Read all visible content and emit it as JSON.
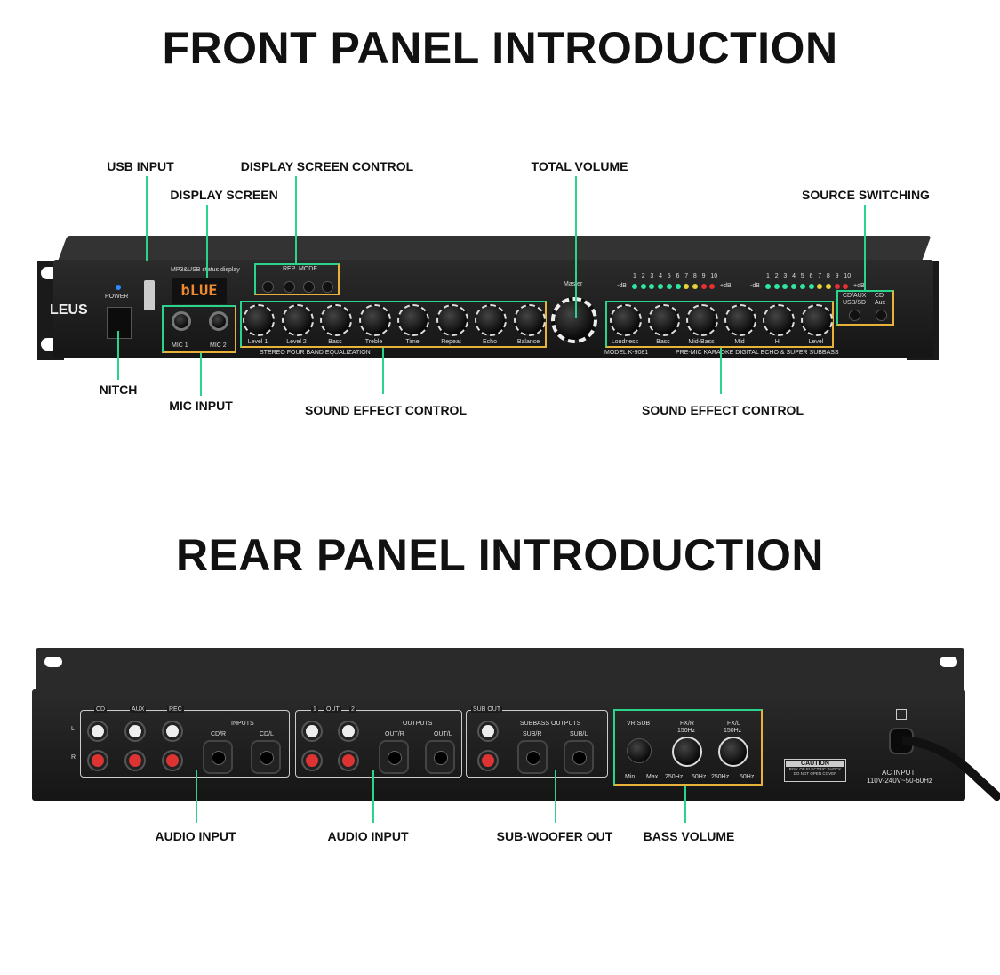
{
  "front": {
    "title": "FRONT PANEL INTRODUCTION",
    "callouts": {
      "usb_input": "USB INPUT",
      "display_screen_control": "DISPLAY SCREEN CONTROL",
      "display_screen": "DISPLAY SCREEN",
      "total_volume": "TOTAL VOLUME",
      "source_switching": "SOURCE SWITCHING",
      "nitch": "NITCH",
      "mic_input": "MIC INPUT",
      "sound_effect_left": "SOUND EFFECT CONTROL",
      "sound_effect_right": "SOUND EFFECT CONTROL"
    },
    "panel": {
      "brand": "LEUS",
      "power": "POWER",
      "usb_status": "MP3&USB status display",
      "display_text": "bLUE",
      "rep": "REP",
      "mode": "MODE",
      "mic1": "MIC 1",
      "mic2": "MIC 2",
      "master": "Master",
      "eq_caption": "STEREO FOUR BAND EQUALIZATION",
      "model": "MODEL K-9081",
      "caption_right": "PRE-MIC KARAOKE DIGITAL ECHO & SUPER SUBBASS",
      "db_minus": "-dB",
      "db_plus": "+dB",
      "src1": "CD/AUX",
      "src2": "USB/SD",
      "src3": "CD",
      "src4": "Aux",
      "left_knobs": [
        "Level 1",
        "Level 2",
        "Bass",
        "Treble",
        "Time",
        "Repeat",
        "Echo",
        "Balance"
      ],
      "right_knobs": [
        "Loudness",
        "Bass",
        "Mid-Bass",
        "Mid",
        "Hi",
        "Level"
      ],
      "meter_ticks": [
        "1",
        "2",
        "3",
        "4",
        "5",
        "6",
        "7",
        "8",
        "9",
        "10"
      ]
    },
    "colors": {
      "meter": [
        "#2ee6a0",
        "#2ee6a0",
        "#2ee6a0",
        "#2ee6a0",
        "#2ee6a0",
        "#2ee6a0",
        "#e8d23a",
        "#e8d23a",
        "#e83030",
        "#e83030"
      ],
      "display": "#f08a30",
      "power_led": "#2a8cff"
    }
  },
  "rear": {
    "title": "REAR PANEL INTRODUCTION",
    "callouts": {
      "audio_input_1": "AUDIO INPUT",
      "audio_input_2": "AUDIO INPUT",
      "sub_woofer_out": "SUB-WOOFER OUT",
      "bass_volume": "BASS VOLUME"
    },
    "panel": {
      "cd": "CD",
      "aux": "AUX",
      "rec": "REC",
      "inputs": "INPUTS",
      "cdr": "CD/R",
      "cdl": "CD/L",
      "l": "L",
      "r": "R",
      "out1": "1",
      "out": "OUT",
      "out2": "2",
      "outputs": "OUTPUTS",
      "outr": "OUT/R",
      "outl": "OUT/L",
      "sub_out": "SUB OUT",
      "subbass_outputs": "SUBBASS OUTPUTS",
      "subr": "SUB/R",
      "subl": "SUB/L",
      "vr_sub": "VR SUB",
      "fxr": "FX/R",
      "fxl": "FX/L",
      "hz150": "150Hz",
      "min": "Min",
      "max": "Max",
      "hz250": "250Hz.",
      "hz50": "50Hz.",
      "caution": "CAUTION",
      "caution_sub": "RISK OF ELECTRIC SHOCK DO NOT OPEN COVER",
      "ac_input": "AC INPUT",
      "ac_volt": "110V-240V~50-60Hz"
    }
  }
}
